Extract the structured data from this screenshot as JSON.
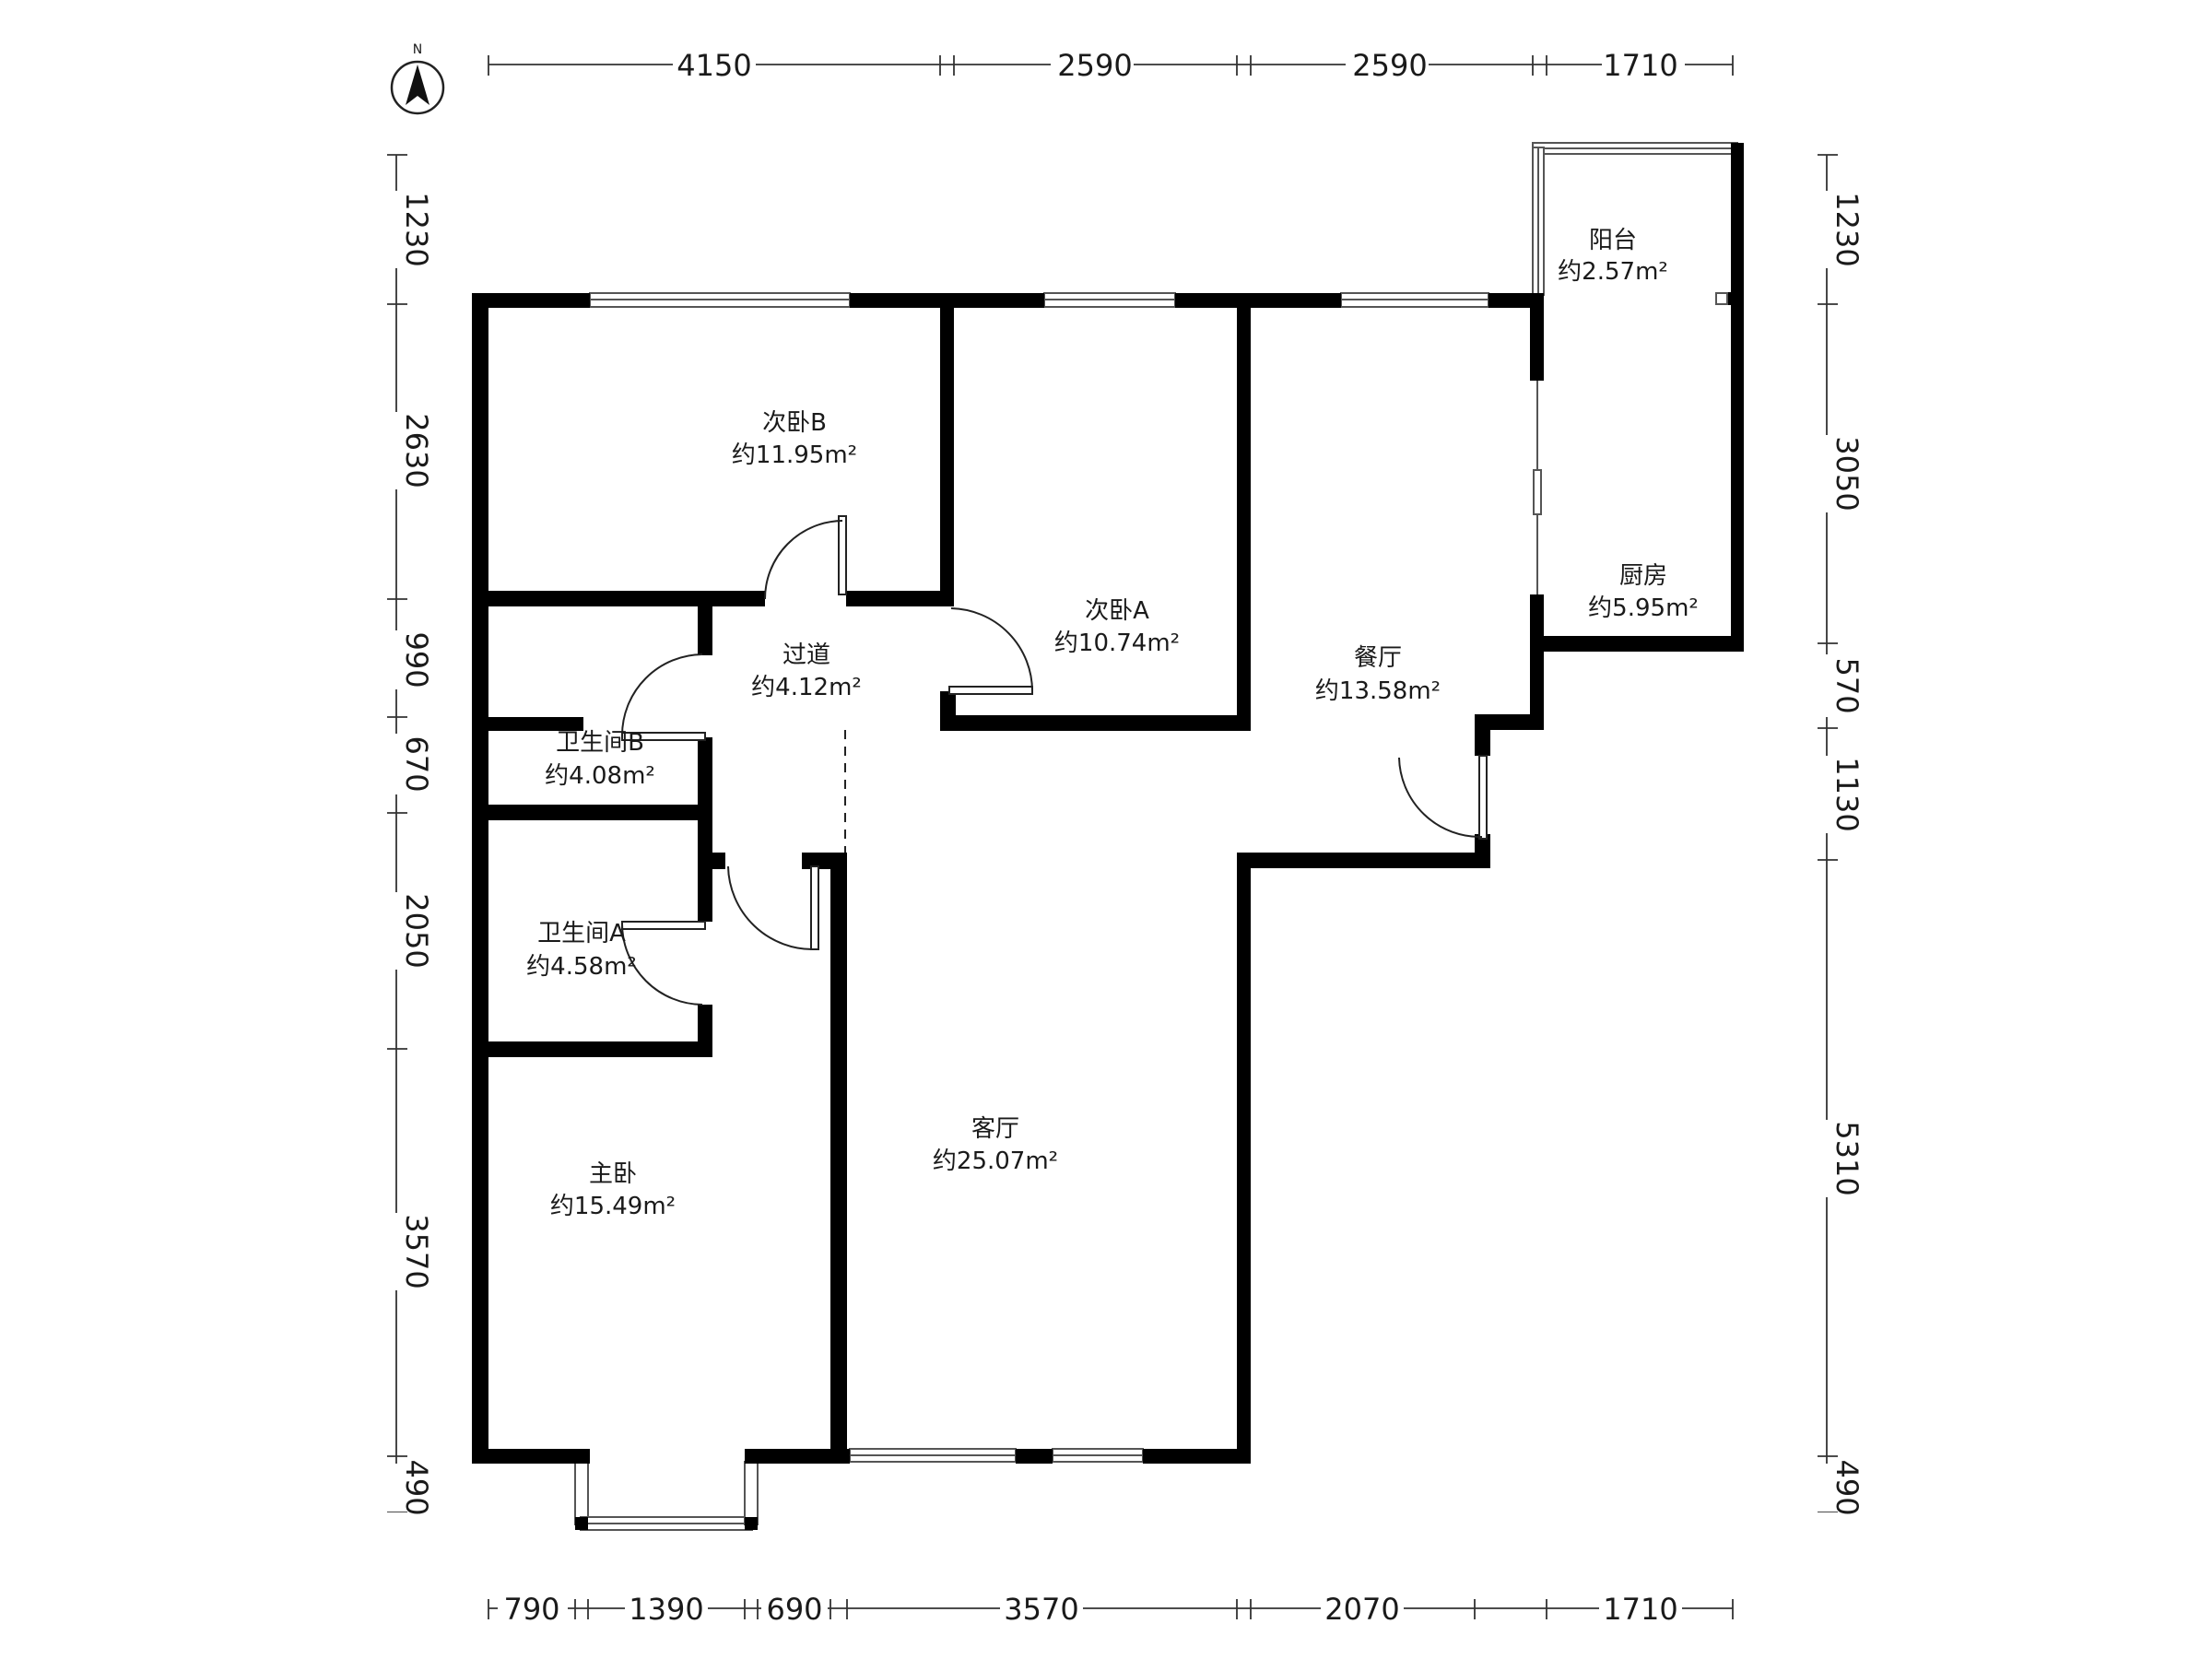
{
  "compass": {
    "label": "N",
    "icon": "north-arrow-icon"
  },
  "rooms": {
    "balcony": {
      "name": "阳台",
      "area": "约2.57m²"
    },
    "bedroom_b": {
      "name": "次卧B",
      "area": "约11.95m²"
    },
    "bedroom_a": {
      "name": "次卧A",
      "area": "约10.74m²"
    },
    "corridor": {
      "name": "过道",
      "area": "约4.12m²"
    },
    "kitchen": {
      "name": "厨房",
      "area": "约5.95m²"
    },
    "dining": {
      "name": "餐厅",
      "area": "约13.58m²"
    },
    "bath_b": {
      "name": "卫生间B",
      "area": "约4.08m²"
    },
    "bath_a": {
      "name": "卫生间A",
      "area": "约4.58m²"
    },
    "living": {
      "name": "客厅",
      "area": "约25.07m²"
    },
    "master": {
      "name": "主卧",
      "area": "约15.49m²"
    }
  },
  "dimensions": {
    "top": [
      "4150",
      "2590",
      "2590",
      "1710"
    ],
    "bottom": [
      "790",
      "1390",
      "690",
      "3570",
      "2070",
      "1710"
    ],
    "left": [
      "1230",
      "2630",
      "990",
      "670",
      "2050",
      "3570",
      "490"
    ],
    "right": [
      "1230",
      "3050",
      "570",
      "1130",
      "5310",
      "490"
    ]
  },
  "colors": {
    "wall": "#000000",
    "line": "#333333",
    "window": "#666666",
    "background": "#ffffff"
  }
}
